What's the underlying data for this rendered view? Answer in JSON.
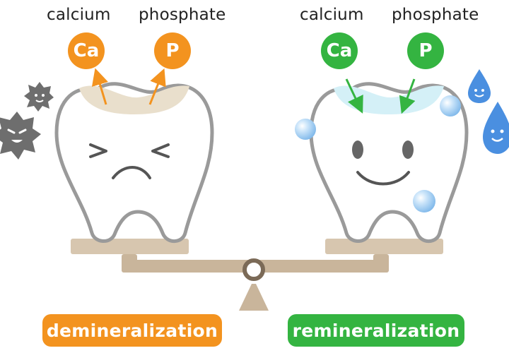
{
  "left": {
    "label_calcium": "calcium",
    "label_phosphate": "phosphate",
    "ion_ca": "Ca",
    "ion_p": "P",
    "status": "demineralization"
  },
  "right": {
    "label_calcium": "calcium",
    "label_phosphate": "phosphate",
    "ion_ca": "Ca",
    "ion_p": "P",
    "status": "remineralization"
  },
  "colors": {
    "demineralization": "#F3931F",
    "remineralization": "#34B441",
    "tooth_outline": "#9A9A9A",
    "balance": "#C9B59B",
    "bacteria": "#6E6E6E",
    "water": "#4A8FE0"
  }
}
